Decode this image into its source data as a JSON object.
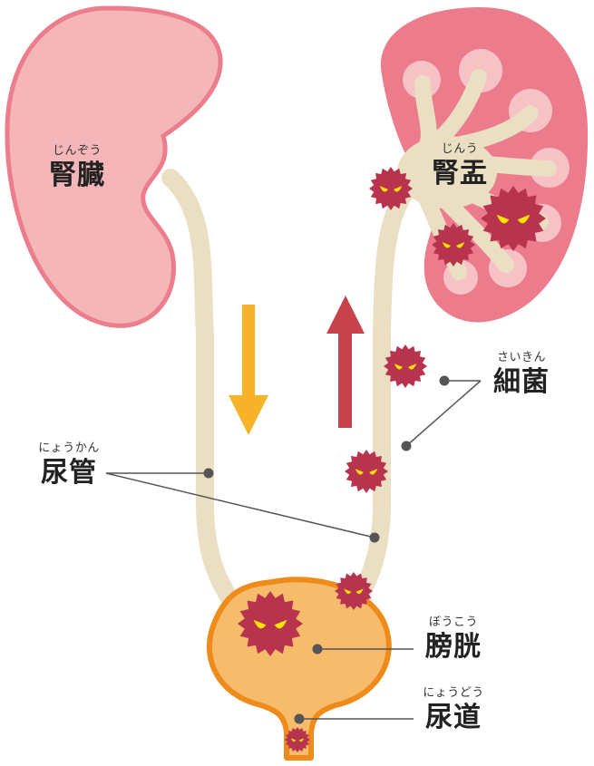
{
  "labels": {
    "kidney": {
      "ruby": "じんぞう",
      "text": "腎臓"
    },
    "pelvis": {
      "ruby": "じんう",
      "text": "腎盂"
    },
    "bacteria": {
      "ruby": "さいきん",
      "text": "細菌"
    },
    "ureter": {
      "ruby": "にょうかん",
      "text": "尿管"
    },
    "bladder": {
      "ruby": "ぼうこう",
      "text": "膀胱"
    },
    "urethra": {
      "ruby": "にょうどう",
      "text": "尿道"
    }
  },
  "colors": {
    "kidney_healthy_fill": "#f4b6b8",
    "kidney_healthy_stroke": "#ec7d8c",
    "kidney_infected_fill": "#ec7b8c",
    "kidney_calyx": "#f7c2c6",
    "ureter": "#eadfc2",
    "bladder_fill": "#f7bb6c",
    "bladder_stroke": "#ee8b1b",
    "bacteria": "#b8344e",
    "bacteria_eyes": "#ffe400",
    "arrow_down": "#f6b32a",
    "arrow_up": "#c8424d",
    "leader_line": "#555555"
  },
  "icons": {
    "down_arrow": "urine-flow-down-arrow-icon",
    "up_arrow": "infection-ascending-arrow-icon",
    "bacterium": "bacterium-icon"
  }
}
